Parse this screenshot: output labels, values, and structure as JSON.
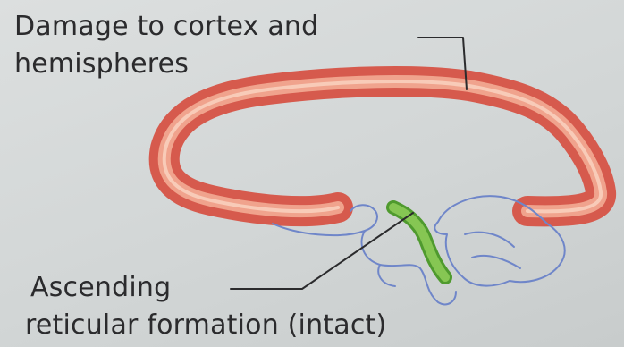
{
  "labels": {
    "damage": {
      "line1": "Damage to cortex and",
      "line2": "hemispheres"
    },
    "arf": {
      "line1": "Ascending",
      "line2": "reticular formation (intact)"
    }
  },
  "colors": {
    "background": "#d3d7d7",
    "cortex_outline": "#e06a5a",
    "cortex_highlight": "#f3b39a",
    "reticular_formation": "#7fc24a",
    "brainstem_outline": "#6f86c9",
    "leader_line": "#2b2b2d",
    "text": "#2b2b2d"
  }
}
